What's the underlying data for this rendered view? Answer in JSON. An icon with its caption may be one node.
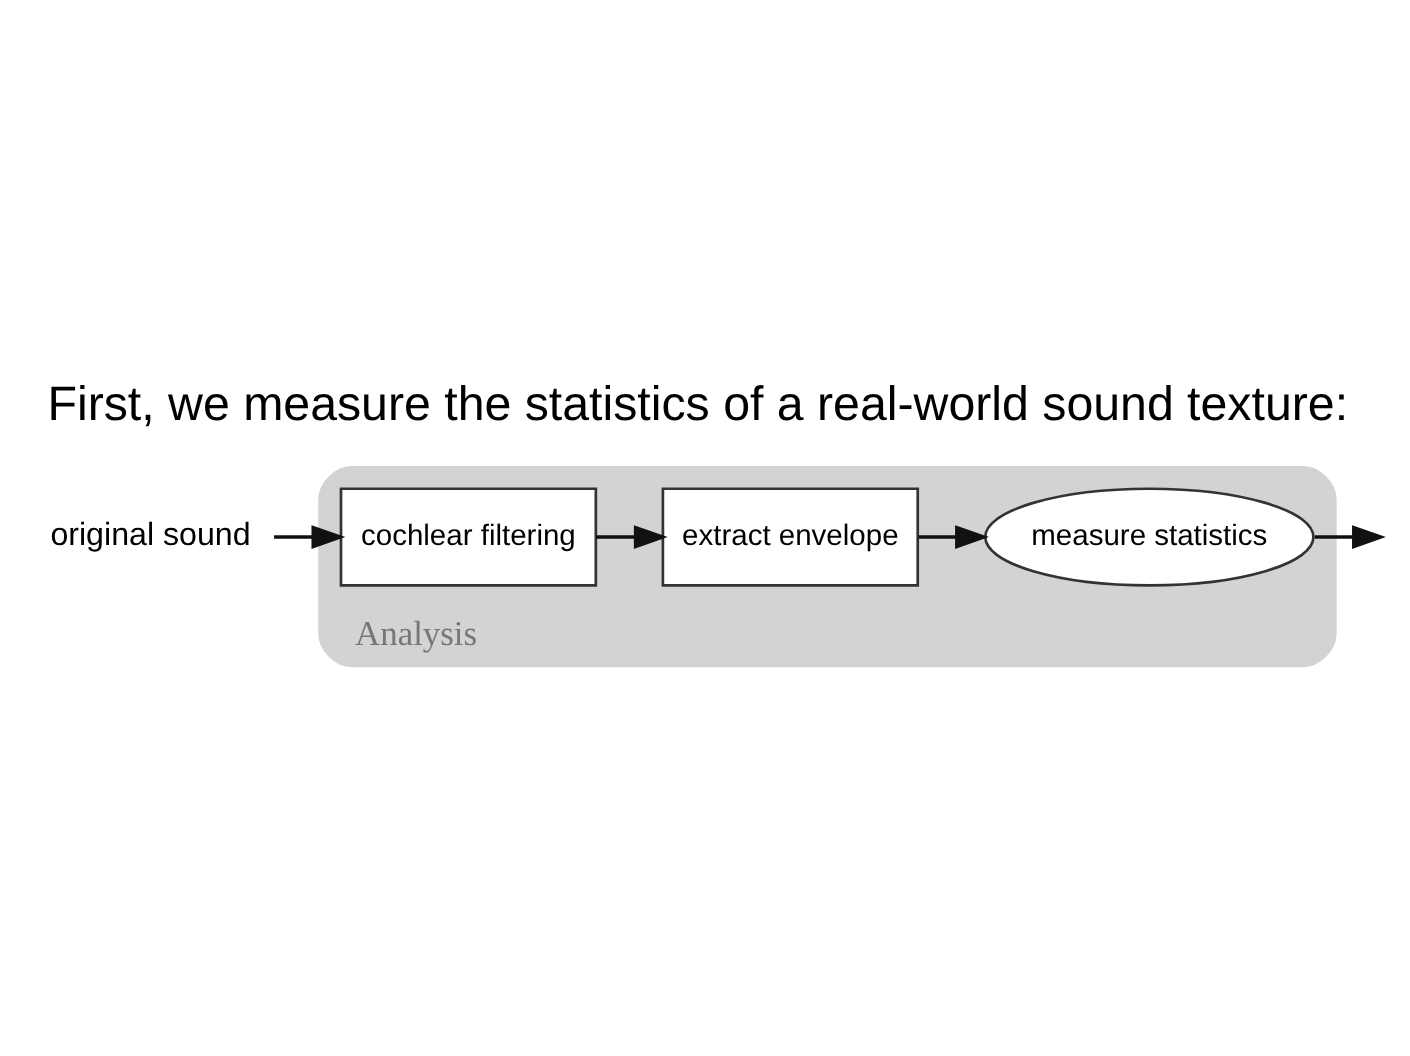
{
  "diagram": {
    "title": "First, we measure the statistics of a real-world sound texture:",
    "nodes": [
      {
        "text": [
          "Analysis"
        ]
      },
      {
        "text": [
          "original sound"
        ]
      },
      {
        "text": [
          "cochlear filtering"
        ],
        "in": 0
      },
      {
        "text": [
          "extract envelope"
        ],
        "in": 0
      },
      {
        "text": [
          "measure statistics"
        ],
        "in": 0
      }
    ],
    "edges": [
      {
        "from": 1,
        "to": 2,
        "arrow": "to"
      },
      {
        "from": 2,
        "to": 3,
        "arrow": "to"
      },
      {
        "from": 3,
        "to": 4,
        "arrow": "to"
      },
      {
        "from": 4,
        "to": null,
        "arrow": "to"
      }
    ]
  }
}
